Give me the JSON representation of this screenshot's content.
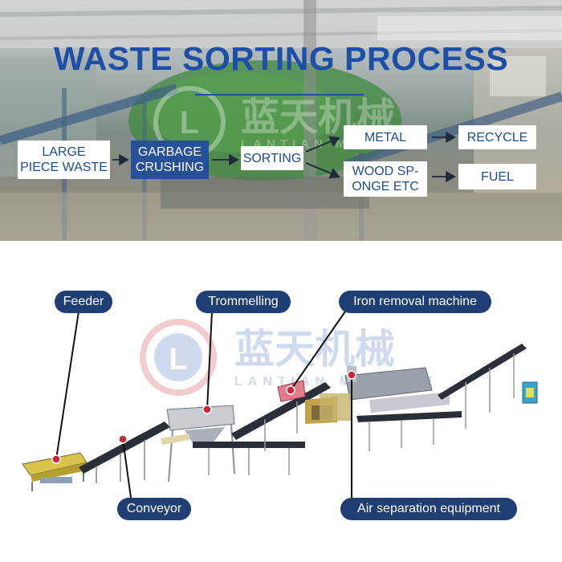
{
  "banner": {
    "title": "WASTE SORTING PROCESS",
    "watermark_cn": "蓝天机械",
    "watermark_en": "LANTIAN MACHINE"
  },
  "flow": {
    "large_piece_waste": "LARGE\nPIECE WASTE",
    "garbage_crushing": "GARBAGE\nCRUSHING",
    "sorting": "SORTING",
    "metal": "METAL",
    "wood_sponge": "WOOD SP-\nONGE ETC",
    "recycle": "RECYCLE",
    "fuel": "FUEL"
  },
  "equipment": {
    "feeder": "Feeder",
    "trommelling": "Trommelling",
    "iron_removal": "Iron removal machine",
    "conveyor": "Conveyor",
    "air_separation": "Air separation equipment",
    "watermark_cn": "蓝天机械",
    "watermark_en": "LANTIAN MACHINE"
  },
  "colors": {
    "title_blue": "#1e4fa6",
    "dark_box": "#27509a",
    "label_bg": "#1f3f74",
    "pointer_dot": "#d0243a"
  }
}
